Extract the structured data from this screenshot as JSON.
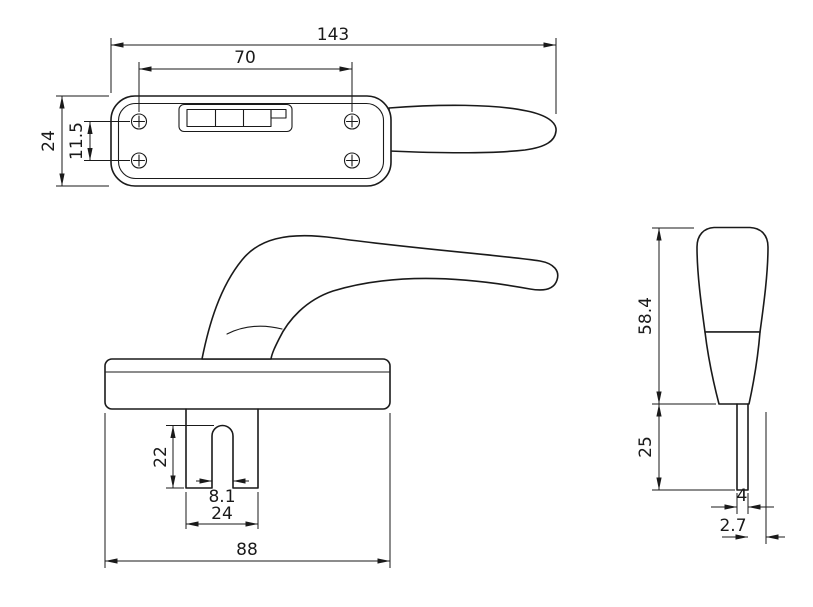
{
  "colors": {
    "line": "#1a1a1a",
    "background": "#ffffff"
  },
  "views": {
    "top": {
      "dims": {
        "overall_length": "143",
        "slot_span": "70",
        "plate_width": "24",
        "hole_offset": "11.5"
      }
    },
    "front": {
      "dims": {
        "slot_depth": "22",
        "slot_width": "8.1",
        "fork_width": "24",
        "base_length": "88"
      }
    },
    "side": {
      "dims": {
        "body_height": "58.4",
        "spindle_length": "25",
        "spindle_width": "4",
        "spindle_thickness": "2.7"
      }
    }
  }
}
